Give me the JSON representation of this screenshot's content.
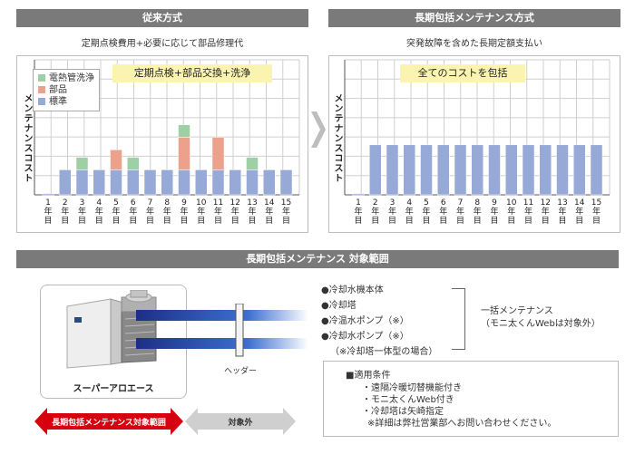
{
  "left_section": {
    "header": "従来方式",
    "subtitle": "定期点検費用+必要に応じて部品修理代",
    "note": "定期点検+部品交換+洗浄",
    "ylabel": "メンテナンスコスト",
    "legend": [
      {
        "label": "電熱管洗浄",
        "color": "#9fcfa4"
      },
      {
        "label": "部品",
        "color": "#eba18c"
      },
      {
        "label": "標準",
        "color": "#97a9d6"
      }
    ]
  },
  "right_section": {
    "header": "長期包括メンテナンス方式",
    "subtitle": "突発故障を含めた長期定額支払い",
    "note": "全てのコストを包括",
    "ylabel": "メンテナンスコスト"
  },
  "chart_data": [
    {
      "type": "bar",
      "title": "従来方式",
      "stacked": true,
      "categories": [
        "1\n年\n目",
        "2\n年\n目",
        "3\n年\n目",
        "4\n年\n目",
        "5\n年\n目",
        "6\n年\n目",
        "7\n年\n目",
        "8\n年\n目",
        "9\n年\n目",
        "10\n年\n目",
        "11\n年\n目",
        "12\n年\n目",
        "13\n年\n目",
        "14\n年\n目",
        "15\n年\n目"
      ],
      "ylabel": "メンテナンスコスト",
      "ylim": [
        0,
        5.4
      ],
      "grid": true,
      "legend_position": "top-left",
      "series": [
        {
          "name": "標準",
          "color": "#97a9d6",
          "values": [
            0.05,
            1.0,
            1.0,
            1.0,
            1.0,
            1.0,
            1.0,
            1.0,
            1.0,
            1.0,
            1.0,
            1.0,
            1.0,
            1.0,
            1.0
          ]
        },
        {
          "name": "部品",
          "color": "#eba18c",
          "values": [
            0,
            0,
            0,
            0,
            0.8,
            0,
            0,
            0,
            1.3,
            0,
            1.3,
            0,
            0,
            0,
            0
          ]
        },
        {
          "name": "電熱管洗浄",
          "color": "#9fcfa4",
          "values": [
            0,
            0,
            0.5,
            0,
            0,
            0.5,
            0,
            0,
            0.5,
            0,
            0,
            0,
            0.5,
            0,
            0
          ]
        }
      ]
    },
    {
      "type": "bar",
      "title": "長期包括メンテナンス方式",
      "stacked": false,
      "categories": [
        "1\n年\n目",
        "2\n年\n目",
        "3\n年\n目",
        "4\n年\n目",
        "5\n年\n目",
        "6\n年\n目",
        "7\n年\n目",
        "8\n年\n目",
        "9\n年\n目",
        "10\n年\n目",
        "11\n年\n目",
        "12\n年\n目",
        "13\n年\n目",
        "14\n年\n目",
        "15\n年\n目"
      ],
      "ylabel": "メンテナンスコスト",
      "ylim": [
        0,
        5.4
      ],
      "grid": true,
      "series": [
        {
          "name": "",
          "color": "#97a9d6",
          "values": [
            0.05,
            2.0,
            2.0,
            2.0,
            2.0,
            2.0,
            2.0,
            2.0,
            2.0,
            2.0,
            2.0,
            2.0,
            2.0,
            2.0,
            2.0
          ]
        }
      ]
    }
  ],
  "bottom_section": {
    "header": "長期包括メンテナンス 対象範囲",
    "machine_label": "スーパーアロエース",
    "header_label": "ヘッダー",
    "scope_label": "長期包括メンテナンス対象範囲",
    "out_of_scope_label": "対象外",
    "items": [
      "●冷却水機本体",
      "●冷却塔",
      "●冷温水ポンプ（※）",
      "●冷却水ポンプ（※）",
      "（※冷却塔一体型の場合）"
    ],
    "bracket_note": [
      "一括メンテナンス",
      "（モニ太くんWebは対象外）"
    ],
    "conditions_title": "■適用条件",
    "conditions": [
      "・遠隔冷暖切替機能付き",
      "・モニ太くんWeb付き",
      "・冷却塔は矢崎指定",
      "※詳細は弊社営業部へお問い合わせください。"
    ]
  }
}
